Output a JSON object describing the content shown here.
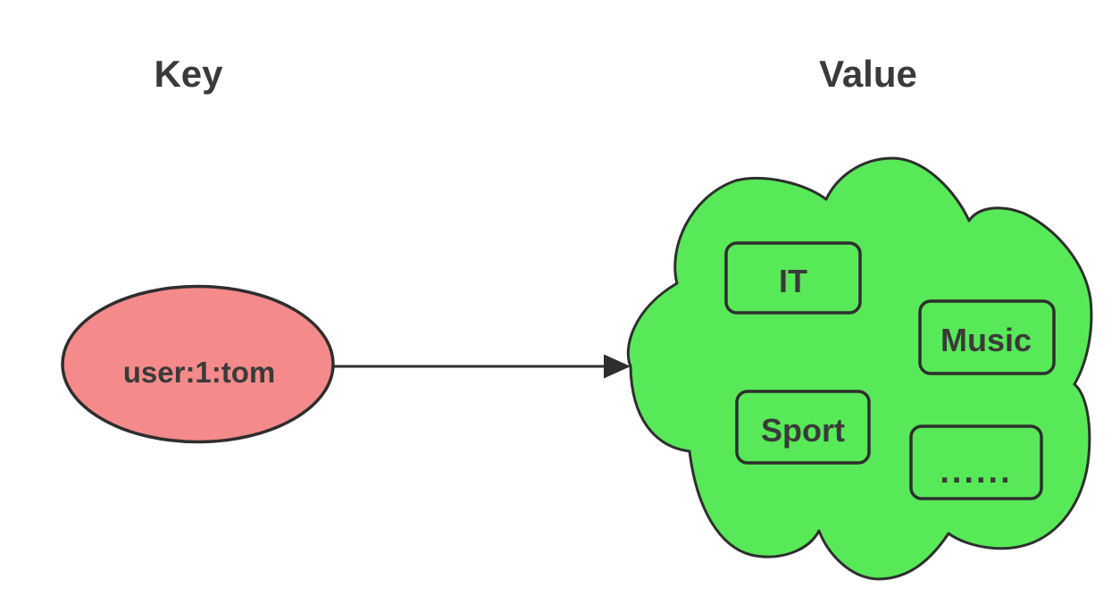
{
  "diagram": {
    "key_title": "Key",
    "value_title": "Value",
    "key_node": {
      "label": "user:1:tom"
    },
    "value_items": [
      {
        "label": "IT"
      },
      {
        "label": "Music"
      },
      {
        "label": "Sport"
      },
      {
        "label": "......"
      }
    ],
    "colors": {
      "key_fill": "#F48A8A",
      "value_fill": "#58E958",
      "stroke": "#2E2E2E",
      "text": "#3A3A3A",
      "bg": "#FFFFFF"
    }
  }
}
